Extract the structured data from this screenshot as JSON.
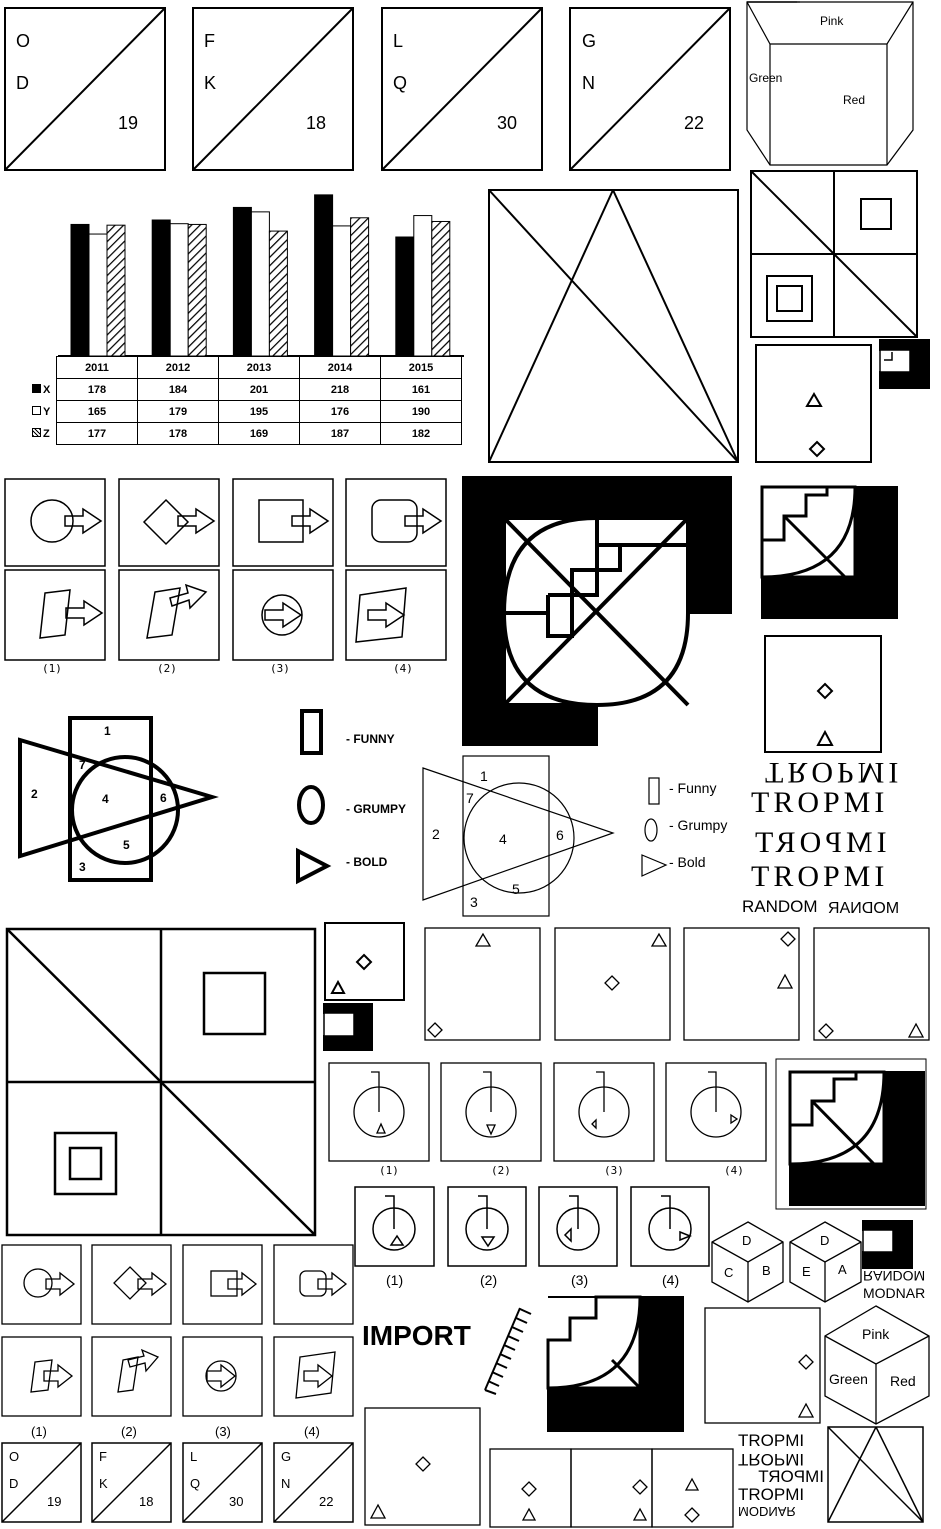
{
  "letter_squares": [
    {
      "top": "O",
      "bottom": "D",
      "number": "19"
    },
    {
      "top": "F",
      "bottom": "K",
      "number": "18"
    },
    {
      "top": "L",
      "bottom": "Q",
      "number": "30"
    },
    {
      "top": "G",
      "bottom": "N",
      "number": "22"
    }
  ],
  "cube_top": {
    "top": "Pink",
    "left": "Green",
    "right": "Red"
  },
  "cube_bottom": {
    "top": "Pink",
    "left": "Green",
    "right": "Red"
  },
  "chart_data": {
    "type": "bar",
    "categories": [
      "2011",
      "2012",
      "2013",
      "2014",
      "2015"
    ],
    "series": [
      {
        "name": "X",
        "values": [
          178,
          184,
          201,
          218,
          161
        ],
        "style": "solid-black"
      },
      {
        "name": "Y",
        "values": [
          165,
          179,
          195,
          176,
          190
        ],
        "style": "white"
      },
      {
        "name": "Z",
        "values": [
          177,
          178,
          169,
          187,
          182
        ],
        "style": "hatched"
      }
    ],
    "ylim": [
      0,
      230
    ],
    "grid": false
  },
  "venn_legend_bold": {
    "funny": "- FUNNY",
    "grumpy": "- GRUMPY",
    "bold": "- BOLD"
  },
  "venn_legend_plain": {
    "funny": "- Funny",
    "grumpy": "- Grumpy",
    "bold": "- Bold"
  },
  "venn_regions": [
    "1",
    "2",
    "3",
    "4",
    "5",
    "6",
    "7"
  ],
  "option_labels": [
    "(1)",
    "(2)",
    "(3)",
    "(4)"
  ],
  "mirror_words": {
    "w1": "TROPMI",
    "w2": "TROPMI",
    "w3": "IMPORT",
    "w4": "TROPMI",
    "random": "RANDOM",
    "modnar": "MODNAR"
  },
  "import_label": "IMPORT",
  "dice": [
    {
      "top": "D",
      "left": "C",
      "right": "B"
    },
    {
      "top": "D",
      "left": "E",
      "right": "A"
    }
  ],
  "small_words": {
    "random": "RANDOM",
    "modnar": "MODNAR"
  },
  "mirror_stack": [
    "TROPMI",
    "TROPMI",
    "IMPORT",
    "TROPMI",
    "MODNAR"
  ]
}
